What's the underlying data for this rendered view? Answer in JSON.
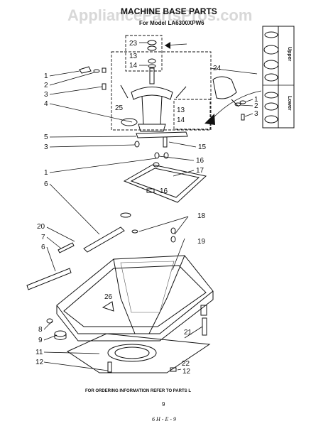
{
  "watermark": "AppliancePartsPros.com",
  "header": {
    "title": "MACHINE BASE PARTS",
    "subtitle": "For Model LA6300XPW6"
  },
  "seal_panel": {
    "upper_label": "Upper",
    "lower_label": "Lower"
  },
  "callouts": [
    "1",
    "2",
    "3",
    "4",
    "5",
    "3",
    "1",
    "6",
    "20",
    "7",
    "6",
    "8",
    "9",
    "11",
    "12",
    "23",
    "13",
    "14",
    "25",
    "13",
    "14",
    "24",
    "1",
    "2",
    "3",
    "15",
    "16",
    "17",
    "16",
    "18",
    "19",
    "26",
    "21",
    "22",
    "12"
  ],
  "footer": {
    "ordering_note": "FOR ORDERING INFORMATION REFER TO PARTS L",
    "page_number": "9",
    "handwritten_code": "6 H - E - 9"
  }
}
